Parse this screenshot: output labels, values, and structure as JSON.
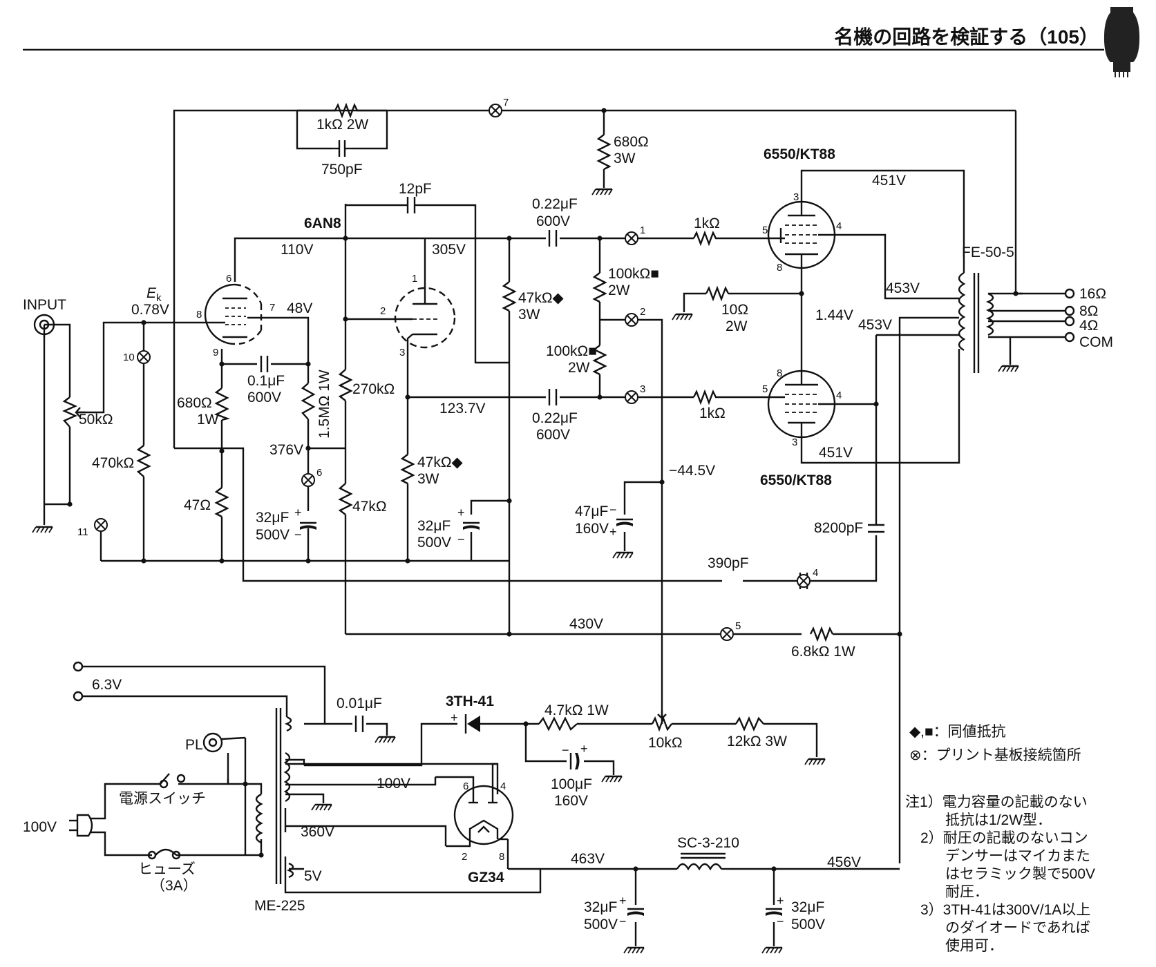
{
  "header": {
    "title": "名機の回路を検証する（105）"
  },
  "tubes": {
    "v1_type": "6AN8",
    "output_top": "6550/KT88",
    "output_bottom": "6550/KT88",
    "rectifier": "GZ34",
    "diode": "3TH-41"
  },
  "labels": {
    "input": "INPUT",
    "ek": "E",
    "ek_sub": "k",
    "ek_v": "0.78V",
    "nfb_r": "1kΩ 2W",
    "nfb_c": "750pF",
    "r680_3w_a": "680Ω",
    "r680_3w_b": "3W",
    "c12p": "12pF",
    "c022_top_a": "0.22μF",
    "c022_top_b": "600V",
    "c022_bot_a": "0.22μF",
    "c022_bot_b": "600V",
    "v110": "110V",
    "v305": "305V",
    "v48": "48V",
    "v376": "376V",
    "v1237": "123.7V",
    "c01_a": "0.1μF",
    "c01_b": "600V",
    "r680_1w_a": "680Ω",
    "r680_1w_b": "1W",
    "r15m": "1.5MΩ 1W",
    "r270k": "270kΩ",
    "r47k3w_top_a": "47kΩ◆",
    "r47k3w_top_b": "3W",
    "r47k3w_bot_a": "47kΩ◆",
    "r47k3w_bot_b": "3W",
    "r50k": "50kΩ",
    "r470k": "470kΩ",
    "r47": "47Ω",
    "r47k": "47kΩ",
    "c32_a_1": "32μF",
    "c32_a_2": "500V",
    "c32_b_1": "32μF",
    "c32_b_2": "500V",
    "r100k_top_a": "100kΩ■",
    "r100k_top_b": "2W",
    "r100k_bot_a": "100kΩ■",
    "r100k_bot_b": "2W",
    "r1k_top": "1kΩ",
    "r1k_bot": "1kΩ",
    "r10_a": "10Ω",
    "r10_b": "2W",
    "v144": "1.44V",
    "v451_top": "451V",
    "v451_bot": "451V",
    "v453_a": "453V",
    "v453_b": "453V",
    "v445": "−44.5V",
    "c47_a": "47μF",
    "c47_b": "160V",
    "c8200": "8200pF",
    "c390": "390pF",
    "v430": "430V",
    "r68k": "6.8kΩ 1W",
    "opt": "FE-50-5",
    "out16": "16Ω",
    "out8": "8Ω",
    "out4": "4Ω",
    "outcom": "COM",
    "v63": "6.3V",
    "c001": "0.01μF",
    "r47k1w": "4.7kΩ 1W",
    "r10k": "10kΩ",
    "r12k": "12kΩ 3W",
    "c100_a": "100μF",
    "c100_b": "160V",
    "v100_ac": "100V",
    "v100_sec": "100V",
    "v360": "360V",
    "v5": "5V",
    "pl": "PL",
    "switch": "電源スイッチ",
    "fuse": "ヒューズ",
    "fuse_rating": "（3A）",
    "ptrans": "ME-225",
    "v463": "463V",
    "v456": "456V",
    "choke": "SC-3-210",
    "c32_c_1": "32μF",
    "c32_c_2": "500V",
    "c32_d_1": "32μF",
    "c32_d_2": "500V"
  },
  "pins": {
    "p1": "1",
    "p2": "2",
    "p3": "3",
    "p4": "4",
    "p5": "5",
    "p6": "6",
    "p7": "7",
    "p10": "10",
    "p11": "11",
    "v1_6": "6",
    "v1_7": "7",
    "v1_8": "8",
    "v1_9": "9",
    "v2_1": "1",
    "v2_2": "2",
    "v2_3": "3",
    "ot_3": "3",
    "ot_4": "4",
    "ot_5": "5",
    "ot_8": "8",
    "ob_3": "3",
    "ob_4": "4",
    "ob_5": "5",
    "ob_8": "8",
    "gz_6": "6",
    "gz_4": "4",
    "gz_2": "2",
    "gz_8": "8"
  },
  "legend": {
    "same_value_mark": "◆,■：同値抵抗",
    "pcb_mark": "⊗：プリント基板接続箇所"
  },
  "notes": [
    "注1）電力容量の記載のない",
    "抵抗は1/2W型．",
    "2）耐圧の記載のないコン",
    "デンサーはマイカまた",
    "はセラミック製で500V",
    "耐圧．",
    "3）3TH-41は300V/1A以上",
    "のダイオードであれば",
    "使用可．"
  ]
}
